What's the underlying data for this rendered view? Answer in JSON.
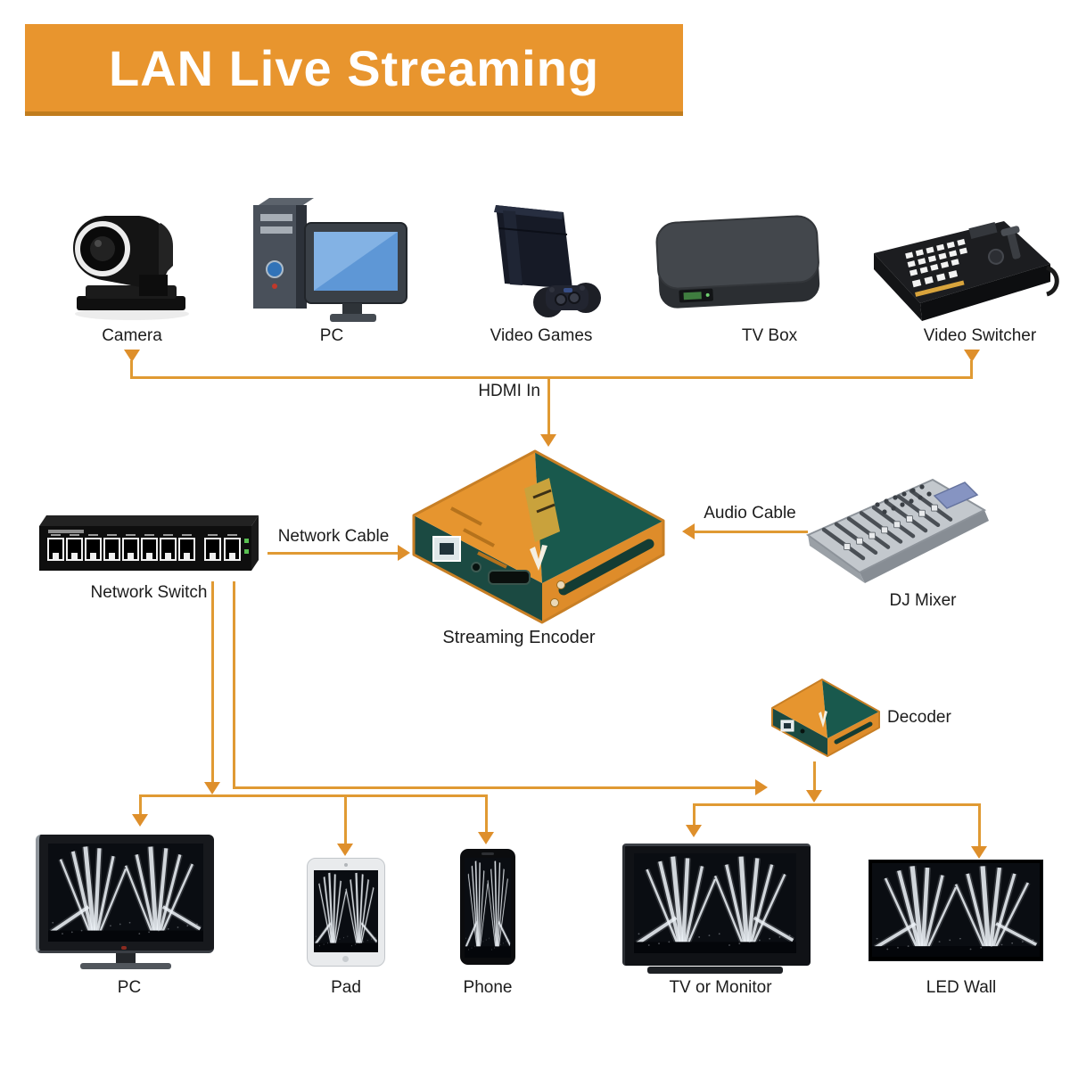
{
  "banner": {
    "title": "LAN Live Streaming",
    "bg_color": "#E8952E",
    "border_color": "#C07C1D",
    "text_color": "#FFFFFF"
  },
  "colors": {
    "background": "#FFFFFF",
    "connector": "#E09A33",
    "arrowhead": "#DE8F2B",
    "label": "#1C1C1C",
    "encoder_orange": "#E6952F",
    "encoder_teal": "#19594D"
  },
  "sources": {
    "bus_label": "HDMI In",
    "items": [
      {
        "label": "Camera",
        "icon": "ptz-camera-icon"
      },
      {
        "label": "PC",
        "icon": "desktop-pc-icon"
      },
      {
        "label": "Video Games",
        "icon": "game-console-icon"
      },
      {
        "label": "TV Box",
        "icon": "tv-box-icon"
      },
      {
        "label": "Video Switcher",
        "icon": "video-switcher-icon"
      }
    ]
  },
  "middle": {
    "network_switch": {
      "label": "Network Switch",
      "icon": "network-switch-icon"
    },
    "network_cable_label": "Network Cable",
    "streaming_encoder": {
      "label": "Streaming Encoder",
      "icon": "streaming-encoder-icon"
    },
    "audio_cable_label": "Audio Cable",
    "dj_mixer": {
      "label": "DJ Mixer",
      "icon": "dj-mixer-icon"
    },
    "decoder": {
      "label": "Decoder",
      "icon": "decoder-icon"
    }
  },
  "outputs": {
    "lan_items": [
      {
        "label": "PC",
        "icon": "tv-screen-icon"
      },
      {
        "label": "Pad",
        "icon": "tablet-icon"
      },
      {
        "label": "Phone",
        "icon": "smartphone-icon"
      }
    ],
    "decoder_items": [
      {
        "label": "TV or Monitor",
        "icon": "tv-monitor-icon"
      },
      {
        "label": "LED Wall",
        "icon": "led-wall-icon"
      }
    ]
  }
}
